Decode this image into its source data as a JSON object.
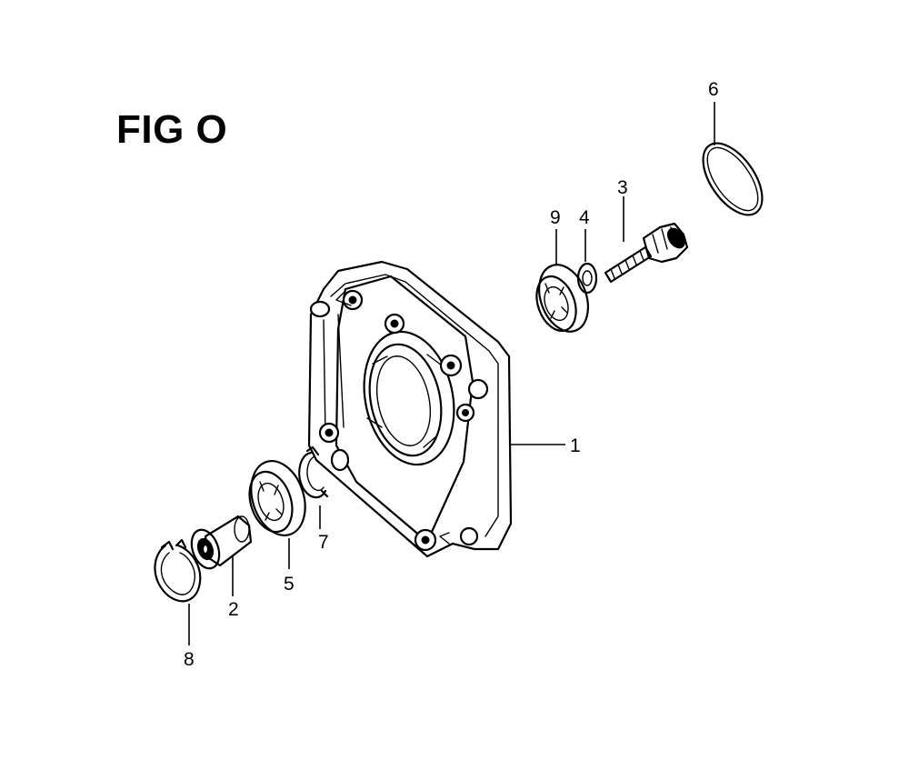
{
  "figure": {
    "title": "FIG O"
  },
  "callouts": [
    {
      "id": "1",
      "label": "1"
    },
    {
      "id": "2",
      "label": "2"
    },
    {
      "id": "3",
      "label": "3"
    },
    {
      "id": "4",
      "label": "4"
    },
    {
      "id": "5",
      "label": "5"
    },
    {
      "id": "6",
      "label": "6"
    },
    {
      "id": "7",
      "label": "7"
    },
    {
      "id": "8",
      "label": "8"
    },
    {
      "id": "9",
      "label": "9"
    }
  ]
}
